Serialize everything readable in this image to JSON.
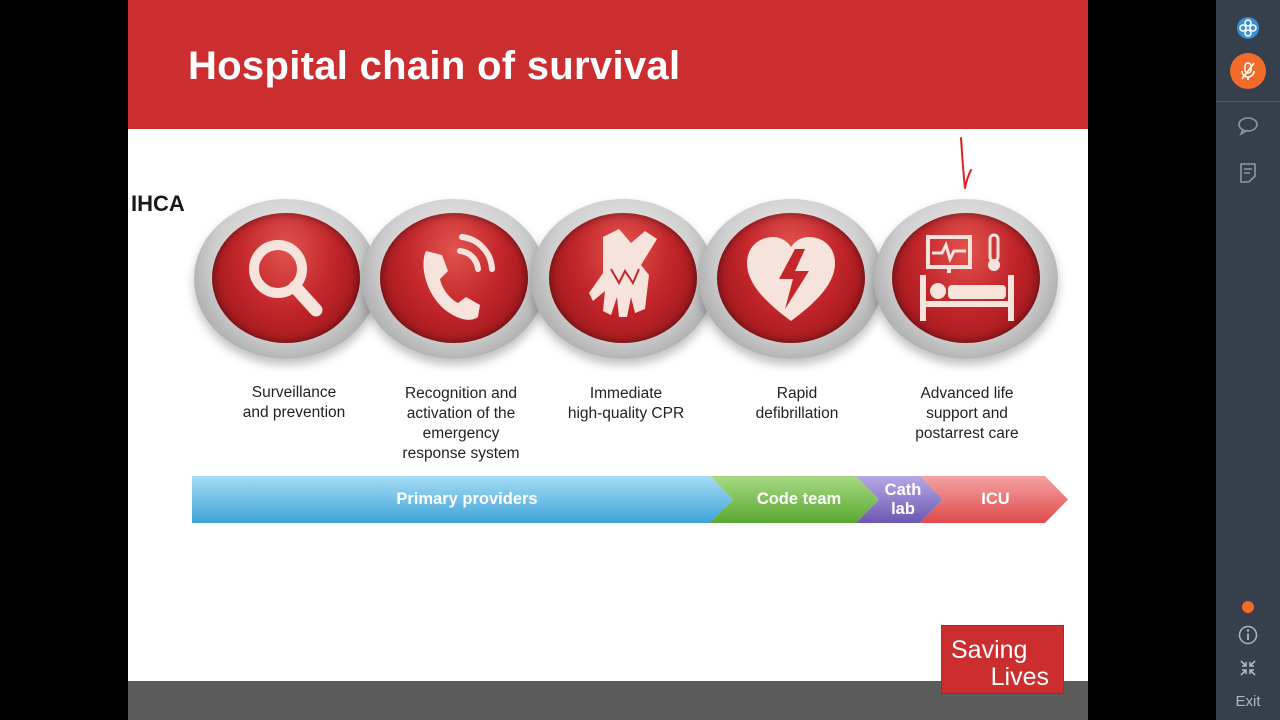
{
  "slide": {
    "title": "Hospital chain of survival",
    "ihca_label": "IHCA",
    "links": [
      {
        "icon": "magnifier-icon",
        "lines": [
          "Surveillance",
          "and prevention"
        ]
      },
      {
        "icon": "phone-icon",
        "lines": [
          "Recognition and",
          "activation of the",
          "emergency",
          "response system"
        ]
      },
      {
        "icon": "cpr-hands-icon",
        "lines": [
          "Immediate",
          "high-quality CPR"
        ]
      },
      {
        "icon": "heart-defibrillation-icon",
        "lines": [
          "Rapid",
          "defibrillation"
        ]
      },
      {
        "icon": "hospital-bed-icon",
        "lines": [
          "Advanced life",
          "support and",
          "postarrest care"
        ]
      }
    ],
    "providers": [
      {
        "label": "Primary providers",
        "color": "#55b4e2"
      },
      {
        "label": "Code team",
        "color": "#6cb543"
      },
      {
        "label_line1": "Cath",
        "label_line2": "lab",
        "color": "#7f6cc1"
      },
      {
        "label": "ICU",
        "color": "#e8585a"
      }
    ],
    "logo": {
      "line1": "Saving",
      "line2": "Lives"
    }
  },
  "sidebar": {
    "icons": [
      "app-logo-icon",
      "mic-muted-icon",
      "chat-icon",
      "notes-icon",
      "status-dot-icon",
      "info-icon",
      "collapse-icon"
    ],
    "exit_label": "Exit"
  },
  "colors": {
    "brand_red": "#cc2e30",
    "sidebar_bg": "#36404d",
    "accent_orange": "#f26b2b"
  }
}
